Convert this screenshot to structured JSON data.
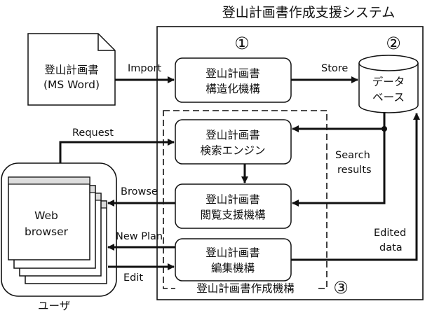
{
  "system_title": "登山計画書作成支援システム",
  "document": {
    "line1": "登山計画書",
    "line2": "(MS Word)"
  },
  "modules": {
    "structuring": {
      "number": "①",
      "line1": "登山計画書",
      "line2": "構造化機構"
    },
    "search": {
      "line1": "登山計画書",
      "line2": "検索エンジン"
    },
    "browse": {
      "line1": "登山計画書",
      "line2": "閲覧支援機構"
    },
    "edit": {
      "line1": "登山計画書",
      "line2": "編集機構"
    }
  },
  "database": {
    "number": "②",
    "line1": "データ",
    "line2": "ベース"
  },
  "creation_group": {
    "label": "登山計画書作成機構",
    "number": "③"
  },
  "browser": {
    "line1": "Web",
    "line2": "browser"
  },
  "user_label": "ユーザ",
  "arrow_labels": {
    "import": "Import",
    "store": "Store",
    "request": "Request",
    "search_results_1": "Search",
    "search_results_2": "results",
    "browse": "Browse",
    "new_plan": "New Plan",
    "edited_1": "Edited",
    "edited_2": "data",
    "edit": "Edit"
  },
  "colors": {
    "ink": "#111111",
    "background": "#ffffff"
  }
}
